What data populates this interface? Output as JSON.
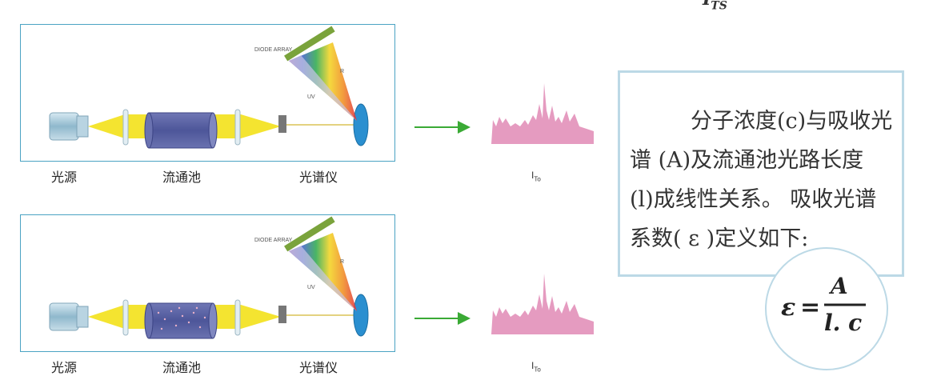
{
  "top_label": {
    "main": "I",
    "sub": "TS"
  },
  "panels": [
    {
      "diode_array": "DIODE ARRAY",
      "r_label": "R",
      "uv_label": "UV",
      "labels": {
        "source": "光源",
        "cell": "流通池",
        "spectrometer": "光谱仪"
      },
      "signal": {
        "main": "I",
        "sub": "To"
      }
    },
    {
      "diode_array": "DIODE ARRAY",
      "r_label": "R",
      "uv_label": "UV",
      "labels": {
        "source": "光源",
        "cell": "流通池",
        "spectrometer": "光谱仪"
      },
      "signal": {
        "main": "I",
        "sub": "To"
      }
    }
  ],
  "description": "分子浓度(c)与吸收光谱 (A)及流通池光路长度 (l)成线性关系。 吸收光谱系数( ε )定义如下:",
  "formula": {
    "lhs": "ε",
    "eq": "=",
    "numerator": "A",
    "denominator": "l. c"
  },
  "colors": {
    "border": "#4ba3c3",
    "arrow": "#3aaa35",
    "spectrum": "#e59bc0",
    "beam": "#f3e11a",
    "cell": "#5a64a8",
    "box_border": "#bcd9e6"
  }
}
